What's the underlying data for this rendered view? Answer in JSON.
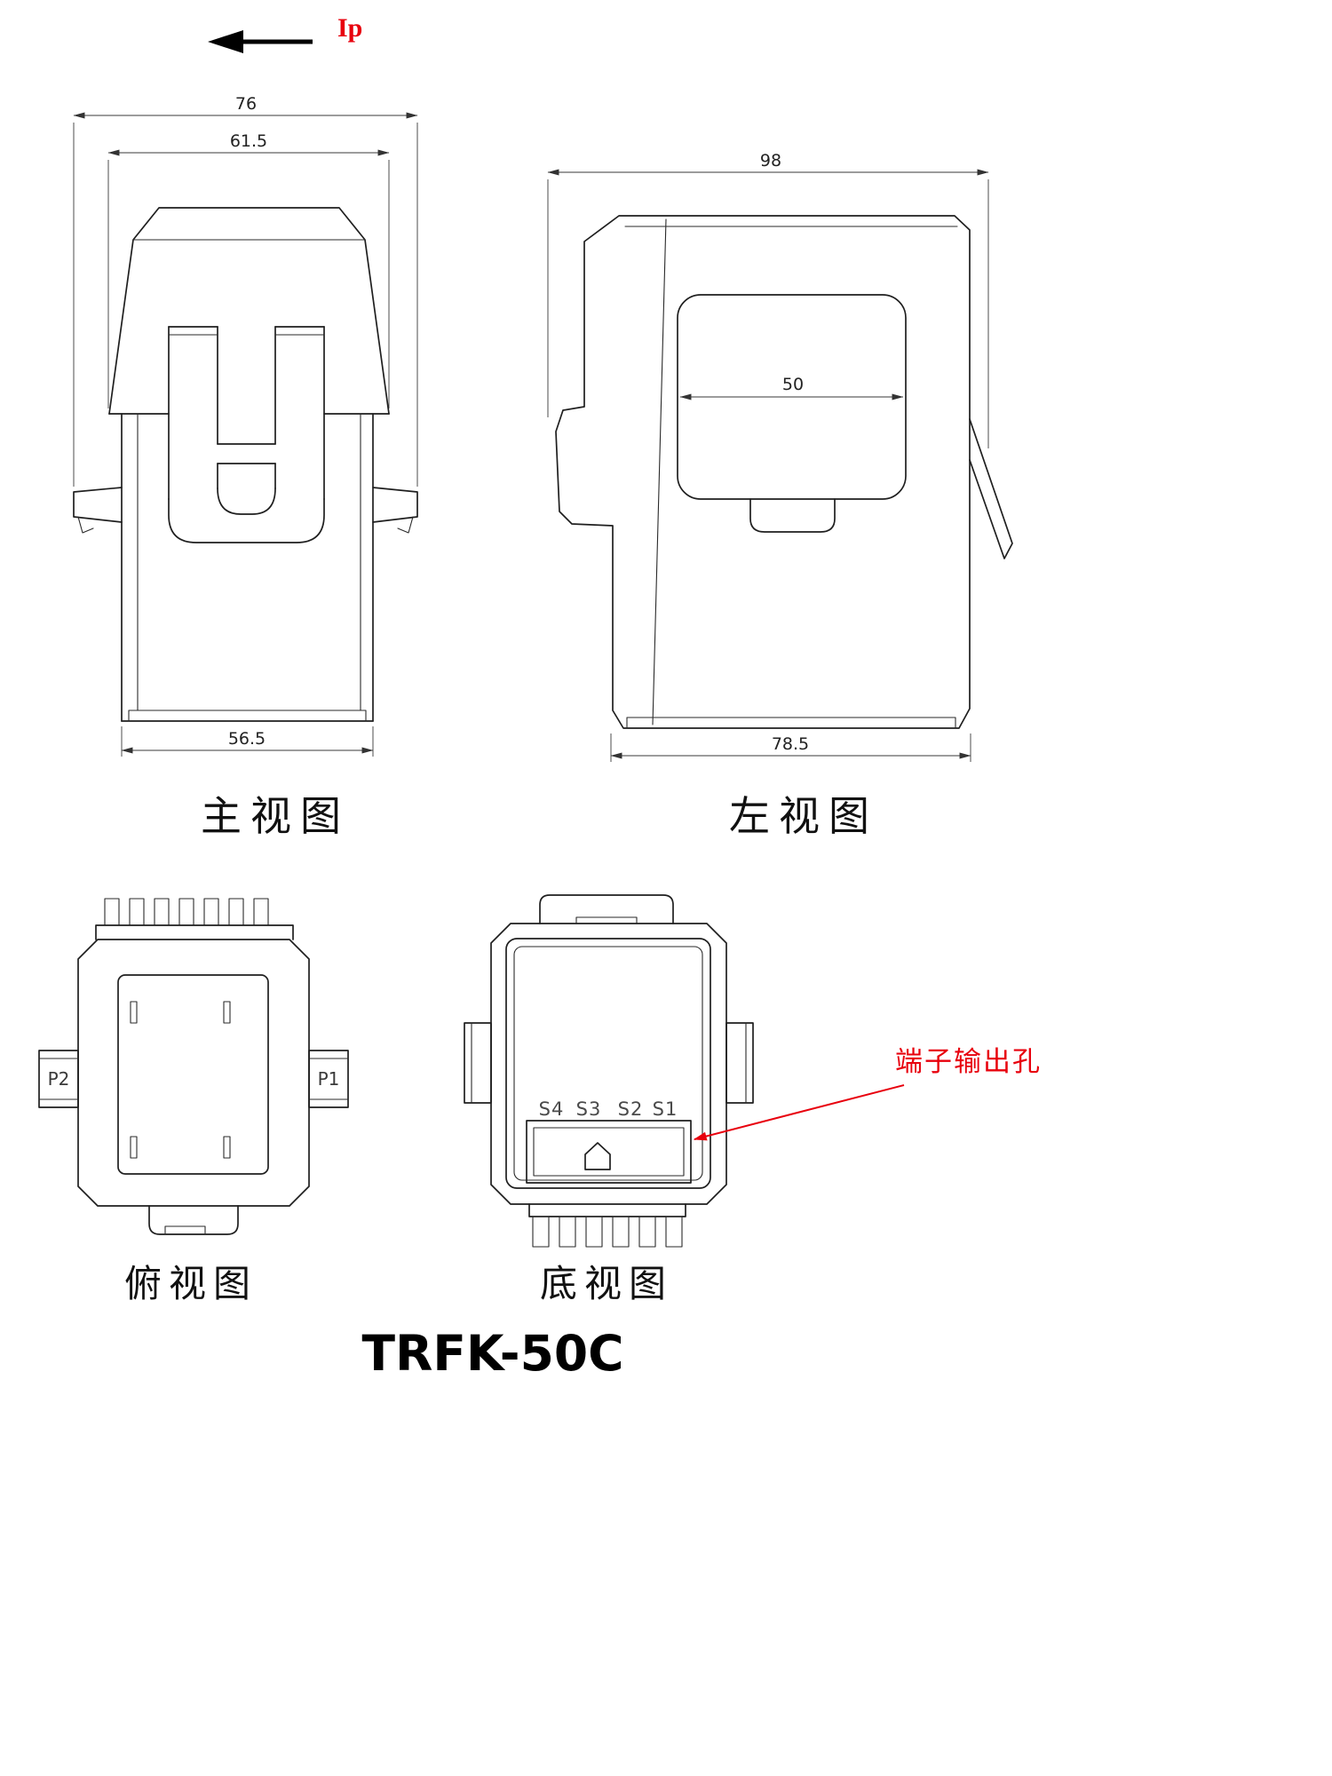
{
  "title": "TRFK-50C",
  "flow_arrow": {
    "label": "Ip"
  },
  "front_view": {
    "caption": "主视图",
    "dims": {
      "overall_width": "76",
      "inner_width": "61.5",
      "bottom_width": "56.5"
    }
  },
  "left_view": {
    "caption": "左视图",
    "dims": {
      "overall_depth": "98",
      "window_width": "50",
      "bottom_depth": "78.5"
    }
  },
  "top_view": {
    "caption": "俯视图",
    "label_left": "P2",
    "label_right": "P1"
  },
  "bottom_view": {
    "caption": "底视图",
    "terminals": [
      "S4",
      "S3",
      "S2",
      "S1"
    ]
  },
  "annotation": {
    "label": "端子输出孔"
  },
  "colors": {
    "accent_red": "#e8000d",
    "line": "#1f1f1f"
  }
}
